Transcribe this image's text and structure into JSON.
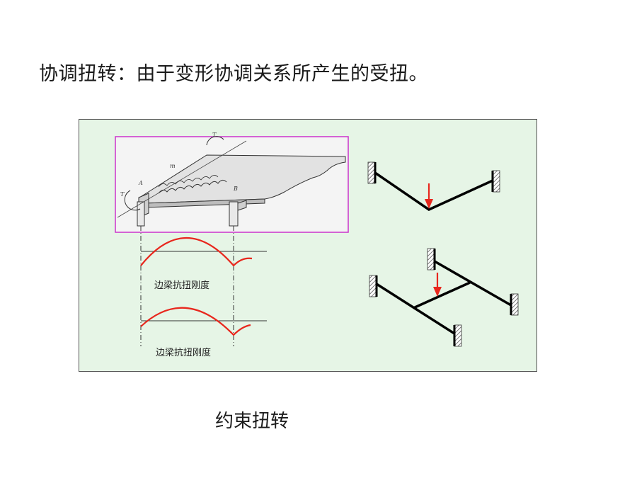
{
  "heading": "协调扭转：由于变形协调关系所产生的受扭。",
  "caption": "约束扭转",
  "diagram": {
    "label_upper": "边梁抗扭刚度",
    "label_lower": "边梁抗扭刚度",
    "beam_labels": {
      "torque_left": "T",
      "torque_top": "T",
      "moment": "m",
      "point_a": "A",
      "point_b": "B"
    },
    "colors": {
      "curve": "#e8271d",
      "arrow": "#e8271d",
      "frame": "#cc33cc",
      "panel": "#e6f5e6"
    }
  }
}
